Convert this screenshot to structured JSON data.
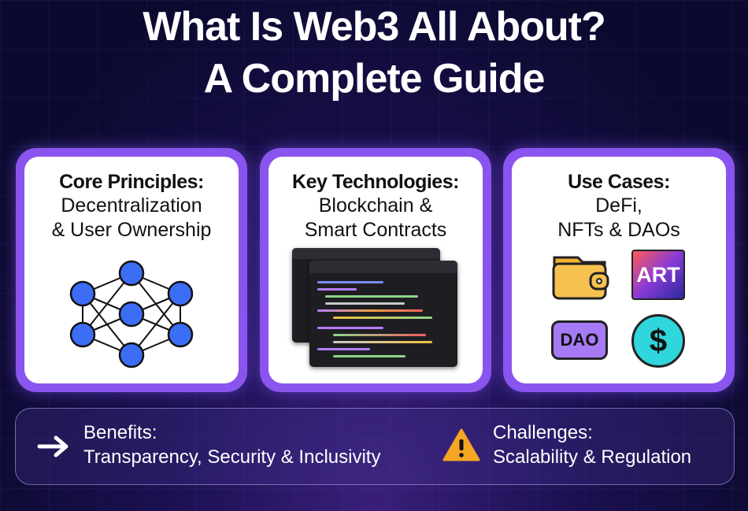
{
  "title": {
    "line1": "What Is Web3 All About?",
    "line2": "A Complete Guide"
  },
  "cards": [
    {
      "heading": "Core Principles:",
      "sub1": "Decentralization",
      "sub2": "& User Ownership",
      "icon": "network-icon"
    },
    {
      "heading": "Key Technologies:",
      "sub1": "Blockchain &",
      "sub2": "Smart Contracts",
      "icon": "code-editor-icon"
    },
    {
      "heading": "Use Cases:",
      "sub1": "DeFi,",
      "sub2": "NFTs & DAOs",
      "icons": [
        "wallet-icon",
        "nft-art-icon",
        "dao-chat-icon",
        "crypto-coin-icon"
      ],
      "art_label": "ART",
      "dao_label": "DAO",
      "coin_symbol": "$"
    }
  ],
  "bottom": {
    "benefits": {
      "label": "Benefits:",
      "text": "Transparency, Security & Inclusivity",
      "icon": "arrow-right-icon"
    },
    "challenges": {
      "label": "Challenges:",
      "text": "Scalability & Regulation",
      "icon": "warning-icon"
    }
  },
  "colors": {
    "accent": "#8a55ee",
    "node": "#3b6ef5",
    "warning": "#f5a623",
    "coin": "#2fd6dc"
  }
}
